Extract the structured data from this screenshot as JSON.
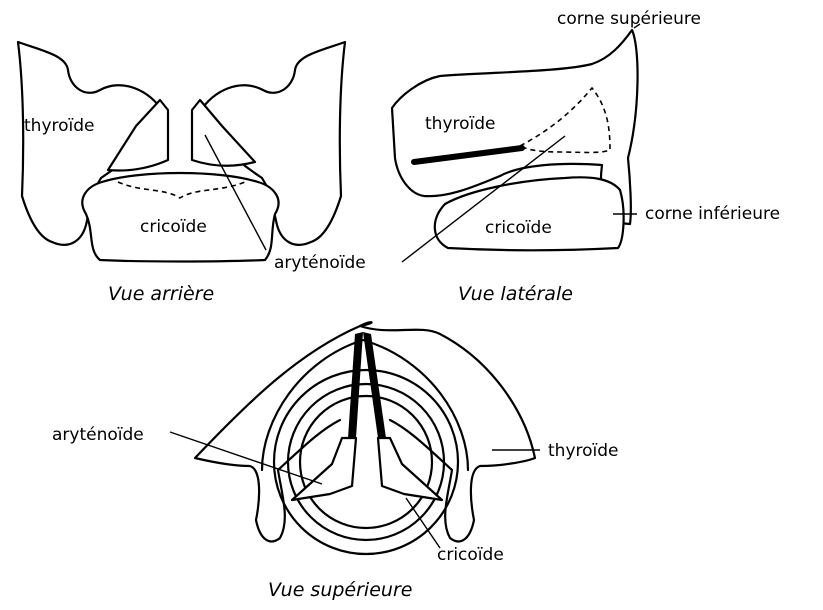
{
  "views": {
    "back": {
      "caption": "Vue arrière",
      "labels": {
        "thyroid": "thyroïde",
        "cricoid": "cricoïde"
      }
    },
    "lateral": {
      "caption": "Vue latérale",
      "labels": {
        "superior_horn": "corne supérieure",
        "thyroid": "thyroïde",
        "cricoid": "cricoïde",
        "inferior_horn": "corne inférieure"
      }
    },
    "shared": {
      "arytenoid": "aryténoïde"
    },
    "superior": {
      "caption": "Vue supérieure",
      "labels": {
        "arytenoid": "aryténoïde",
        "thyroid": "thyroïde",
        "cricoid": "cricoïde"
      }
    }
  },
  "colors": {
    "line": "#000000",
    "background": "#ffffff"
  }
}
